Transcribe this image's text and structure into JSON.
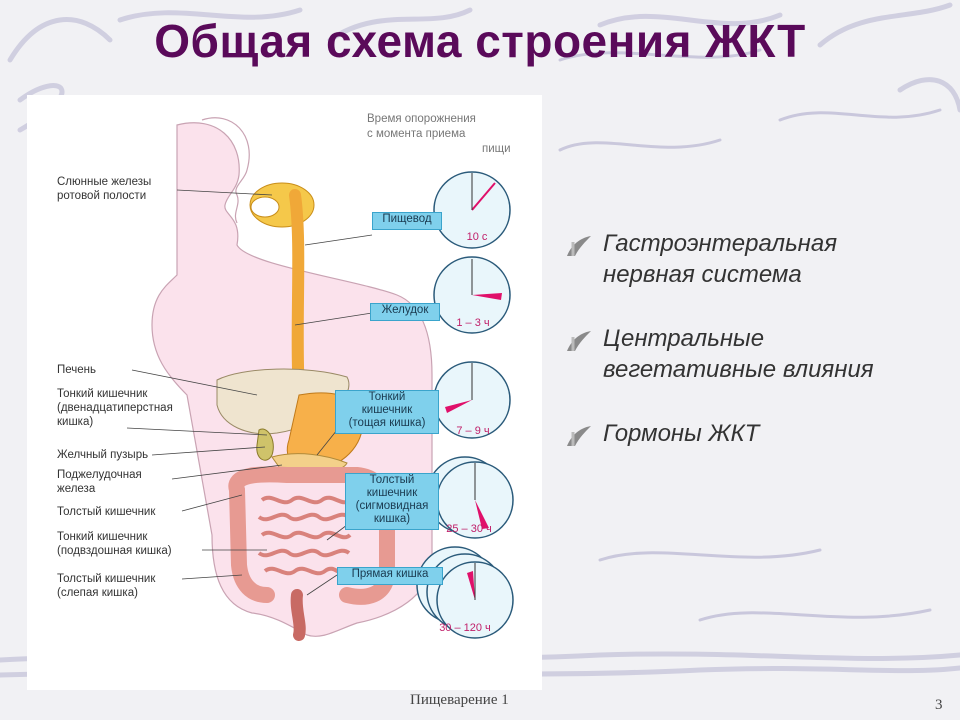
{
  "slide": {
    "title": "Общая схема строения ЖКТ",
    "footer": "Пищеварение 1",
    "page_number": "3"
  },
  "figure": {
    "time_header": [
      "Время опорожнения",
      "с момента приема",
      "пищи"
    ],
    "left_labels": [
      [
        "Слюнные железы",
        "ротовой полости"
      ],
      [
        "Печень"
      ],
      [
        "Тонкий кишечник",
        "(двенадцатиперстная",
        "кишка)"
      ],
      [
        "Желчный пузырь"
      ],
      [
        "Поджелудочная",
        "железа"
      ],
      [
        "Толстый кишечник"
      ],
      [
        "Тонкий кишечник",
        "(подвздошная кишка)"
      ],
      [
        "Толстый кишечник",
        "(слепая кишка)"
      ]
    ],
    "organ_boxes": [
      [
        "Пищевод"
      ],
      [
        "Желудок"
      ],
      [
        "Тонкий",
        "кишечник",
        "(тощая кишка)"
      ],
      [
        "Толстый",
        "кишечник",
        "(сигмовидная",
        "кишка)"
      ],
      [
        "Прямая кишка"
      ]
    ],
    "clock_times": [
      "10 с",
      "1 – 3 ч",
      "7 – 9 ч",
      "25 – 30 ч",
      "30 – 120 ч"
    ]
  },
  "bullets": [
    [
      "Гастроэнтеральная",
      "нервная система"
    ],
    [
      "Центральные",
      "вегетативные влияния"
    ],
    [
      "Гормоны ЖКТ"
    ]
  ],
  "colors": {
    "title": "#5a0a5a",
    "organ_box": "#7fd0ec",
    "clock_hand": "#e0106a",
    "esophagus": "#f0a838",
    "intestine": "#e79a92",
    "body": "#fbe2ec"
  },
  "icons": {
    "bullet": "quill-bullet-icon"
  }
}
